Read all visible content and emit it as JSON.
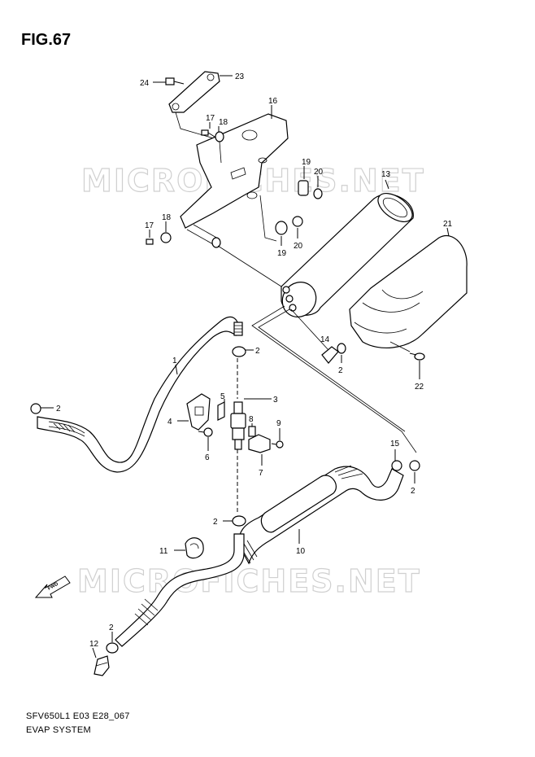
{
  "figure": {
    "title": "FIG.67"
  },
  "footer": {
    "code": "SFV650L1 E03 E28_067",
    "name": "EVAP SYSTEM"
  },
  "watermark": "MICROFICHES.NET",
  "direction_label": "FWD",
  "callouts": {
    "c24": "24",
    "c23": "23",
    "c16": "16",
    "c17a": "17",
    "c18a": "18",
    "c19a": "19",
    "c20a": "20",
    "c13": "13",
    "c21": "21",
    "c17b": "17",
    "c18b": "18",
    "c19b": "19",
    "c20b": "20",
    "c2a": "2",
    "c1": "1",
    "c14": "14",
    "c2b": "2",
    "c22": "22",
    "c2c": "2",
    "c3": "3",
    "c5": "5",
    "c4": "4",
    "c8": "8",
    "c9": "9",
    "c6": "6",
    "c7": "7",
    "c15": "15",
    "c2d": "2",
    "c2e": "2",
    "c11": "11",
    "c10": "10",
    "c2f": "2",
    "c12": "12"
  },
  "colors": {
    "line": "#000000",
    "watermark": "#d0d0d0",
    "background": "#ffffff"
  }
}
